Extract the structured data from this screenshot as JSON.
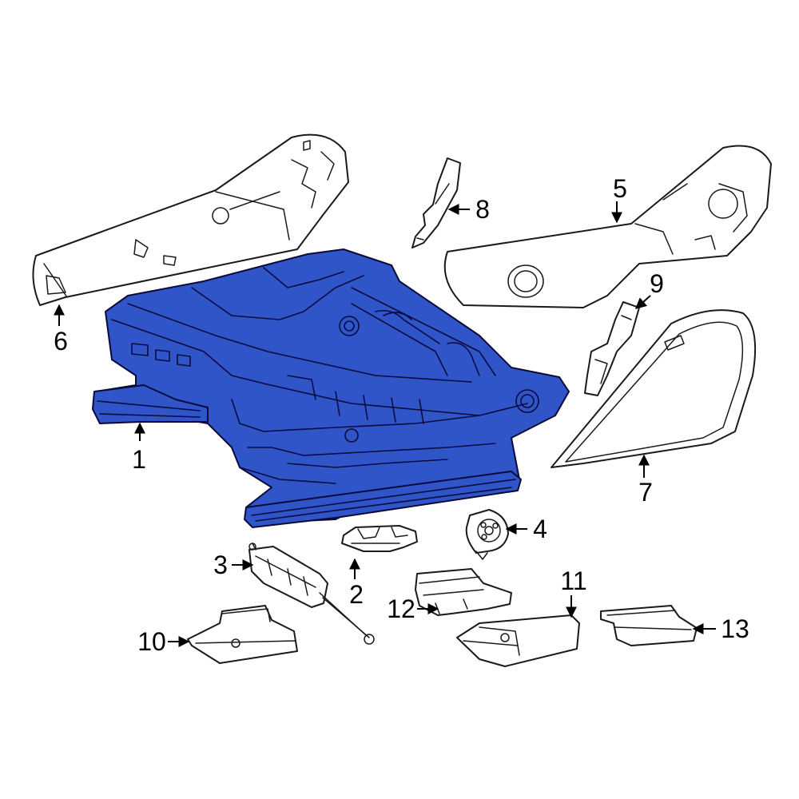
{
  "colors": {
    "highlight": "#2f55c8",
    "outline": "#1a1a1a",
    "background": "#ffffff"
  },
  "callouts": [
    {
      "id": "1",
      "label": "1"
    },
    {
      "id": "2",
      "label": "2"
    },
    {
      "id": "3",
      "label": "3"
    },
    {
      "id": "4",
      "label": "4"
    },
    {
      "id": "5",
      "label": "5"
    },
    {
      "id": "6",
      "label": "6"
    },
    {
      "id": "7",
      "label": "7"
    },
    {
      "id": "8",
      "label": "8"
    },
    {
      "id": "9",
      "label": "9"
    },
    {
      "id": "10",
      "label": "10"
    },
    {
      "id": "11",
      "label": "11"
    },
    {
      "id": "12",
      "label": "12"
    },
    {
      "id": "13",
      "label": "13"
    }
  ]
}
